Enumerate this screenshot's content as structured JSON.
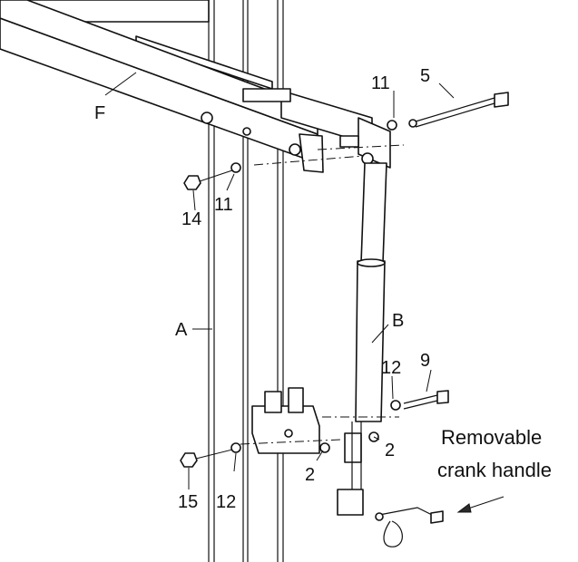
{
  "callouts": {
    "F": "F",
    "A": "A",
    "B": "B",
    "c11_top": "11",
    "c5": "5",
    "c14": "14",
    "c11_left": "11",
    "c12_right": "12",
    "c9": "9",
    "c2_right": "2",
    "c2_mid": "2",
    "c15": "15",
    "c12_left": "12"
  },
  "note": {
    "line1": "Removable",
    "line2": "crank handle"
  }
}
